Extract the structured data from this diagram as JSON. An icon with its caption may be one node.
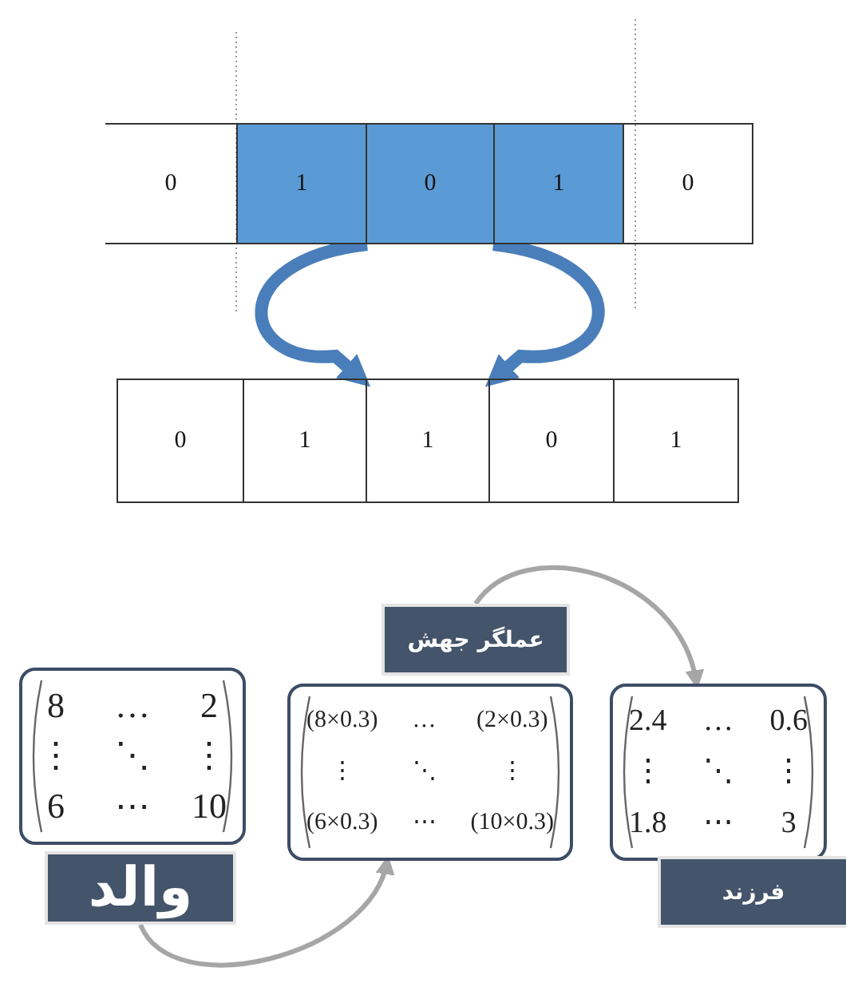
{
  "diagram": {
    "nodes": [
      {
        "text": [
          "0"
        ]
      },
      {
        "text": [
          "1"
        ]
      },
      {
        "text": [
          "0"
        ]
      },
      {
        "text": [
          "1"
        ]
      },
      {
        "text": [
          "0"
        ]
      },
      {
        "text": [
          "0"
        ]
      },
      {
        "text": [
          "1"
        ]
      },
      {
        "text": [
          "1"
        ]
      },
      {
        "text": [
          "0"
        ]
      },
      {
        "text": [
          "1"
        ]
      },
      {
        "text": [
          "8",
          "…",
          "2",
          "⋮",
          "⋱",
          "⋮",
          "6",
          "⋯",
          "10"
        ]
      },
      {
        "text": [
          "والد"
        ]
      },
      {
        "text": [
          "عملگر جهش"
        ]
      },
      {
        "text": [
          "(8×0.3)",
          "…",
          "(2×0.3)",
          "⋮",
          "⋱",
          "⋮",
          "(6×0.3)",
          "⋯",
          "(10×0.3)"
        ]
      },
      {
        "text": [
          "2.4",
          "…",
          "0.6",
          "⋮",
          "⋱",
          "⋮",
          "1.8",
          "⋯",
          "3"
        ]
      },
      {
        "text": [
          "فرزند"
        ]
      }
    ],
    "edges": [
      {
        "from": 1,
        "to": 6,
        "arrow": "to",
        "style": "thick",
        "color": "#4a7ebb"
      },
      {
        "from": 3,
        "to": 8,
        "arrow": "to",
        "style": "thick",
        "color": "#4a7ebb"
      },
      {
        "from": 11,
        "to": 13,
        "arrow": "to",
        "color": "#a6a6a6"
      },
      {
        "from": 12,
        "to": 14,
        "arrow": "to",
        "color": "#a6a6a6"
      }
    ]
  }
}
